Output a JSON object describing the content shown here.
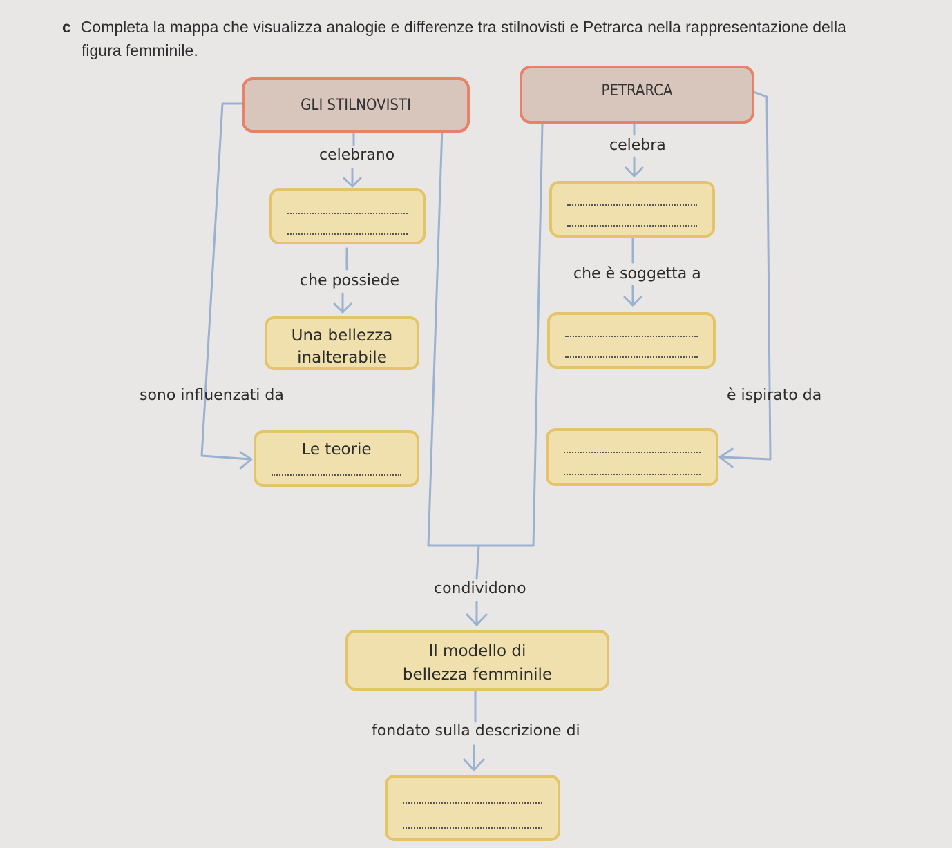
{
  "instruction": {
    "letter": "c",
    "text_line1": "Completa la mappa che visualizza analogie e differenze tra stilnovisti e Petrarca nella rappresentazione della",
    "text_line2": "figura femminile."
  },
  "left": {
    "title": "GLI STILNOVISTI",
    "verb1": "celebrano",
    "verb2": "che possiede",
    "box2": {
      "line1": "Una bellezza",
      "line2": "inalterabile"
    },
    "influence_label": "sono influenzati da",
    "box3": {
      "line1": "Le teorie"
    }
  },
  "right": {
    "title": "PETRARCA",
    "verb1": "celebra",
    "verb2": "che è soggetta a",
    "inspired_label": "è ispirato da"
  },
  "bottom": {
    "verb1": "condividono",
    "shared_box": {
      "line1": "Il modello di",
      "line2": "bellezza femminile"
    },
    "verb2": "fondato sulla descrizione di"
  },
  "colors": {
    "header_fill": "#d8c6bd",
    "header_border": "#e8806a",
    "box_fill": "#efe0ad",
    "box_border": "#e3c468",
    "connector": "#9ab2cf"
  }
}
